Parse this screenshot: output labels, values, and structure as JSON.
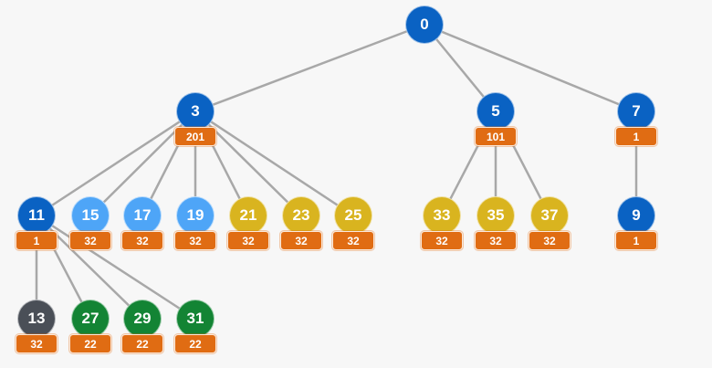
{
  "colors": {
    "edge": "#a8a8a8",
    "badge": "#e06c13",
    "dark_blue": "#0a62c3",
    "light_blue": "#4ea5f7",
    "yellow": "#d9b41f",
    "green": "#138434",
    "gray": "#4a4f57"
  },
  "nodes": [
    {
      "id": "0",
      "color": "dark_blue"
    },
    {
      "id": "3",
      "color": "dark_blue",
      "badge": "201"
    },
    {
      "id": "5",
      "color": "dark_blue",
      "badge": "101"
    },
    {
      "id": "7",
      "color": "dark_blue",
      "badge": "1"
    },
    {
      "id": "11",
      "color": "dark_blue",
      "badge": "1"
    },
    {
      "id": "15",
      "color": "light_blue",
      "badge": "32"
    },
    {
      "id": "17",
      "color": "light_blue",
      "badge": "32"
    },
    {
      "id": "19",
      "color": "light_blue",
      "badge": "32"
    },
    {
      "id": "21",
      "color": "yellow",
      "badge": "32"
    },
    {
      "id": "23",
      "color": "yellow",
      "badge": "32"
    },
    {
      "id": "25",
      "color": "yellow",
      "badge": "32"
    },
    {
      "id": "33",
      "color": "yellow",
      "badge": "32"
    },
    {
      "id": "35",
      "color": "yellow",
      "badge": "32"
    },
    {
      "id": "37",
      "color": "yellow",
      "badge": "32"
    },
    {
      "id": "9",
      "color": "dark_blue",
      "badge": "1"
    },
    {
      "id": "13",
      "color": "gray",
      "badge": "32"
    },
    {
      "id": "27",
      "color": "green",
      "badge": "22"
    },
    {
      "id": "29",
      "color": "green",
      "badge": "22"
    },
    {
      "id": "31",
      "color": "green",
      "badge": "22"
    }
  ],
  "edges": [
    [
      "0",
      "3"
    ],
    [
      "0",
      "5"
    ],
    [
      "0",
      "7"
    ],
    [
      "3",
      "11"
    ],
    [
      "3",
      "15"
    ],
    [
      "3",
      "17"
    ],
    [
      "3",
      "19"
    ],
    [
      "3",
      "21"
    ],
    [
      "3",
      "23"
    ],
    [
      "3",
      "25"
    ],
    [
      "5",
      "33"
    ],
    [
      "5",
      "35"
    ],
    [
      "5",
      "37"
    ],
    [
      "7",
      "9"
    ],
    [
      "11",
      "13"
    ],
    [
      "11",
      "27"
    ],
    [
      "11",
      "29"
    ],
    [
      "11",
      "31"
    ]
  ]
}
